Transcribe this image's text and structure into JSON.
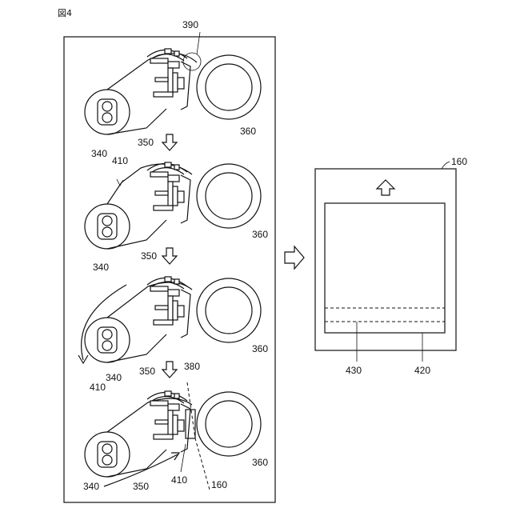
{
  "figure": {
    "title": "図4",
    "labels": {
      "l390": "390",
      "l360": "360",
      "l340": "340",
      "l350": "350",
      "l410": "410",
      "l380": "380",
      "l160": "160",
      "l430": "430",
      "l420": "420"
    }
  }
}
